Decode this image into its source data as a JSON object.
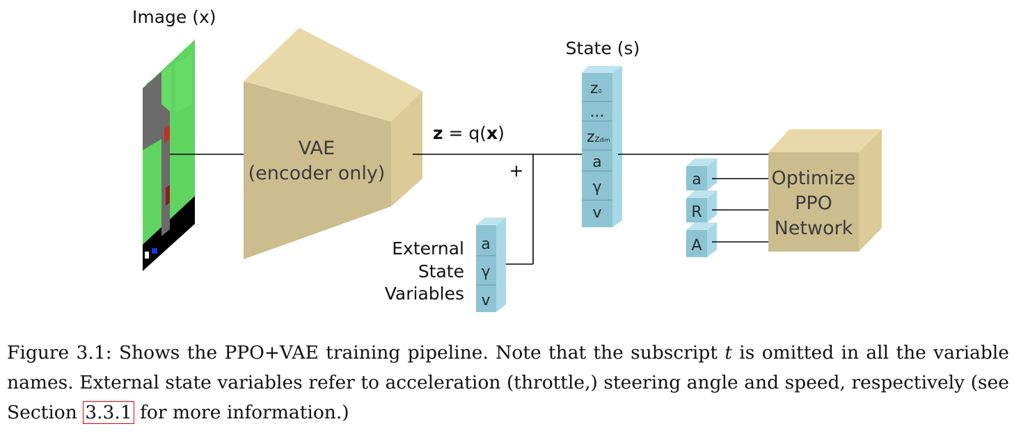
{
  "diagram": {
    "image_label": "Image (x)",
    "vae_title": "VAE",
    "vae_subtitle": "(encoder only)",
    "z_bold": "z",
    "z_eq": " = q(",
    "z_x": "x",
    "z_close": ")",
    "plus": "+",
    "state_label": "State (s)",
    "state_cells": [
      "z",
      "...",
      "z",
      "a",
      "γ",
      "v"
    ],
    "state_sub_0": "0",
    "state_sub_zdim": "z",
    "state_sub_dim": "dim",
    "external_label": [
      "External",
      "State",
      "Variables"
    ],
    "external_cells": [
      "a",
      "γ",
      "v"
    ],
    "ppo_inputs": [
      "a",
      "R",
      "A"
    ],
    "ppo_label": [
      "Optimize",
      "PPO",
      "Network"
    ]
  },
  "caption": {
    "prefix": "Figure 3.1: Shows the PPO+VAE training pipeline. Note that the subscript ",
    "t": "t",
    "middle": " is omitted in all the variable names. External state variables refer to acceleration (throttle,) steering angle and speed, respectively (see Section ",
    "ref": "3.3.1",
    "suffix": " for more information.)"
  },
  "colors": {
    "box_tan_front": "#cbbd8e",
    "box_tan_top": "#ead9a8",
    "box_tan_side": "#dccb96",
    "cell_blue_front": "#8dc4d3",
    "cell_blue_top": "#bfe4ef",
    "cell_blue_side": "#a8d8e6",
    "grass": "#5fd45f",
    "road": "#6b6b6b"
  }
}
